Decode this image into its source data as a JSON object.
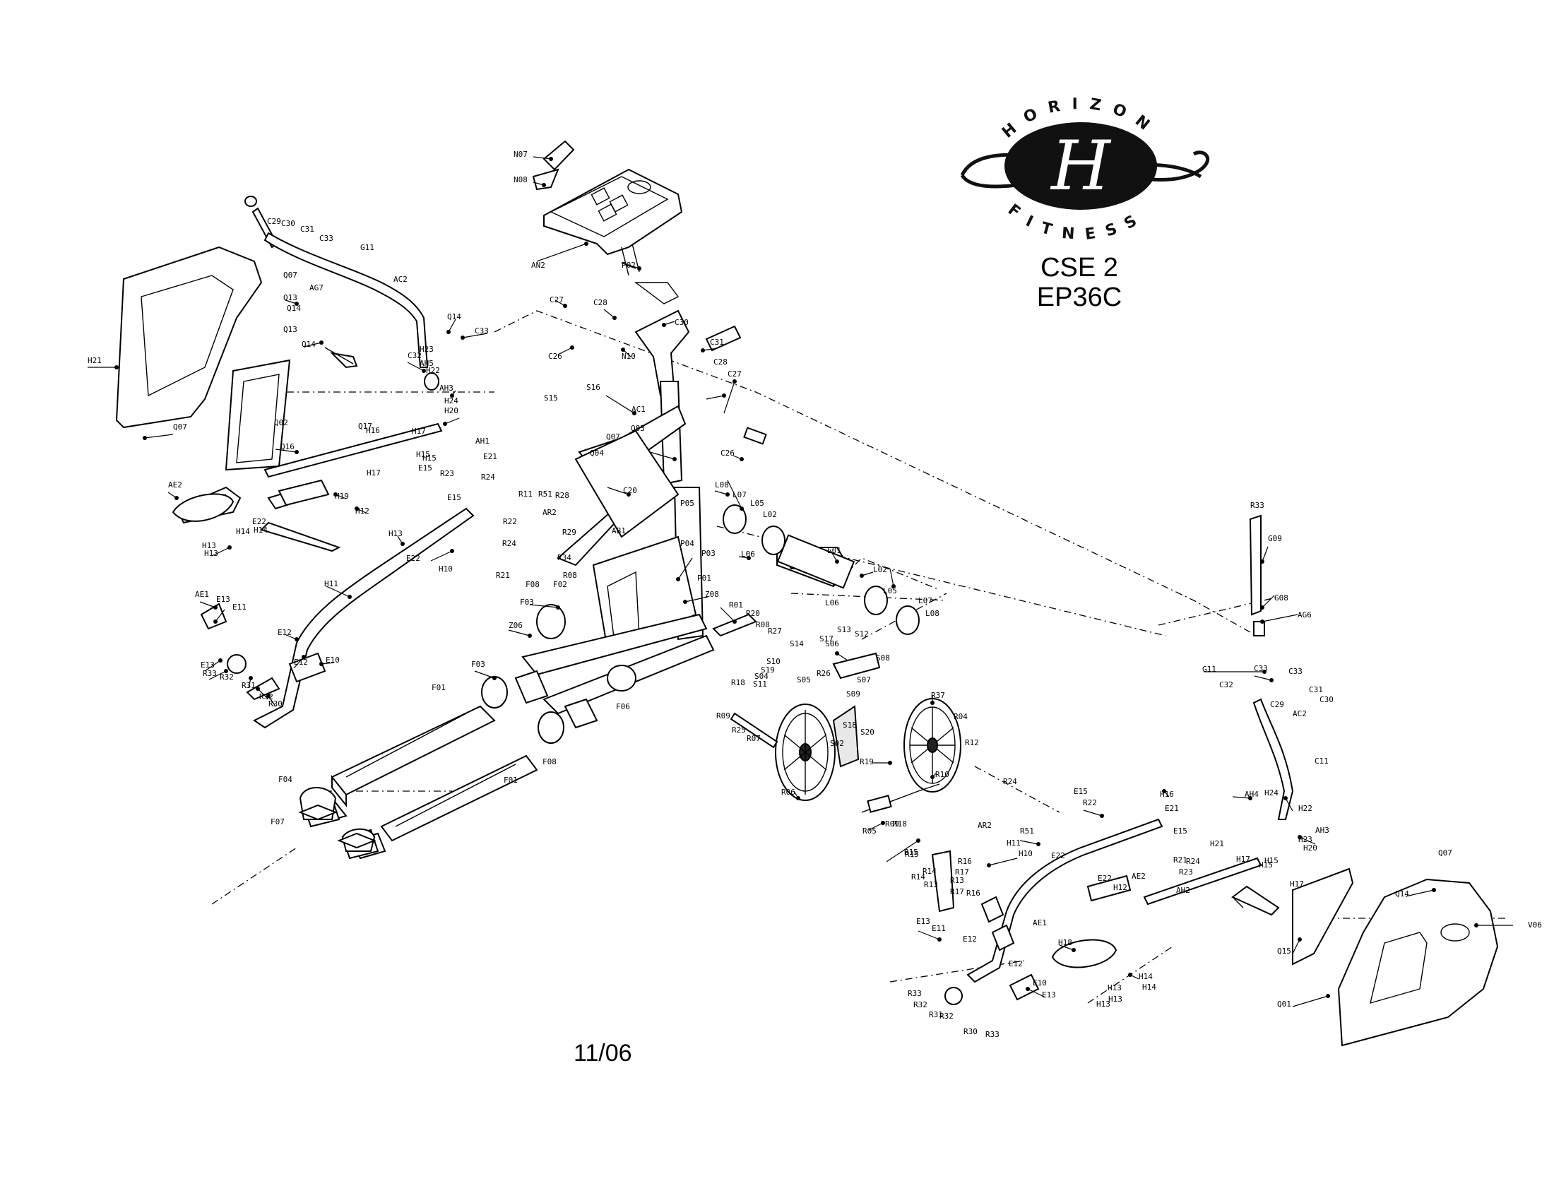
{
  "brand": {
    "top_text": "HORIZON",
    "bottom_text": "FITNESS",
    "monogram": "H",
    "logo_colors": {
      "ink": "#111111",
      "paper": "#ffffff"
    }
  },
  "model": {
    "line1": "CSE 2",
    "line2": "EP36C"
  },
  "date": "11/06",
  "part_labels": [
    "N07",
    "N08",
    "AN2",
    "P02",
    "C27",
    "C28",
    "C26",
    "N10",
    "C30",
    "C31",
    "C28",
    "C27",
    "S16",
    "S15",
    "AC1",
    "Q07",
    "Q03",
    "C26",
    "Q04",
    "C20",
    "AB1",
    "AR2",
    "R11",
    "R51",
    "R22",
    "R24",
    "R21",
    "R28",
    "R29",
    "R34",
    "R08",
    "P05",
    "P04",
    "P03",
    "P01",
    "L06",
    "L08",
    "L07",
    "L05",
    "L02",
    "L01",
    "L02",
    "L05",
    "L07",
    "L08",
    "L06",
    "Z08",
    "F08",
    "F02",
    "F03",
    "Z06",
    "R01",
    "R20",
    "R08",
    "R27",
    "S13",
    "S12",
    "S17",
    "S06",
    "S14",
    "S08",
    "S10",
    "S19",
    "S04",
    "S11",
    "S05",
    "R26",
    "S07",
    "S09",
    "S18",
    "S20",
    "S02",
    "R37",
    "R04",
    "R12",
    "R16",
    "R17",
    "R13",
    "R15",
    "R14",
    "R18",
    "R09",
    "R25",
    "R07",
    "R06",
    "R19",
    "R05",
    "R09",
    "R18",
    "R10",
    "F03",
    "F06",
    "F01",
    "F01",
    "F08",
    "F04",
    "F07",
    "C29",
    "C30",
    "C31",
    "C33",
    "G11",
    "AC2",
    "AG7",
    "Q07",
    "Q13",
    "Q14",
    "Q13",
    "Q14",
    "Q14",
    "C33",
    "C32",
    "H23",
    "AH5",
    "H22",
    "AH3",
    "H24",
    "H20",
    "H21",
    "Q07",
    "Q02",
    "Q16",
    "Q17",
    "H16",
    "H17",
    "H15",
    "H15",
    "H17",
    "AH1",
    "E21",
    "E15",
    "R23",
    "R24",
    "E15",
    "AE2",
    "H19",
    "H12",
    "E22",
    "H14",
    "H14",
    "H13",
    "H13",
    "H13",
    "E22",
    "H10",
    "H11",
    "AE1",
    "E13",
    "E11",
    "E12",
    "E12",
    "E10",
    "E13",
    "R33",
    "R32",
    "R31",
    "R32",
    "R30",
    "R33",
    "G09",
    "G08",
    "AG6",
    "G11",
    "C32",
    "C33",
    "C33",
    "C31",
    "C30",
    "C29",
    "AC2",
    "C11",
    "AH4",
    "H24",
    "H22",
    "AH3",
    "H23",
    "H20",
    "H21",
    "H17",
    "H15",
    "H15",
    "H17",
    "H16",
    "E21",
    "E15",
    "E15",
    "R22",
    "R24",
    "AR2",
    "R51",
    "H11",
    "H10",
    "E22",
    "R21",
    "R24",
    "R23",
    "AE2",
    "E22",
    "H12",
    "AH2",
    "AE1",
    "E13",
    "E11",
    "E12",
    "E12",
    "E10",
    "E13",
    "H18",
    "H14",
    "H14",
    "H13",
    "H13",
    "H13",
    "R33",
    "R32",
    "R31",
    "R32",
    "R30",
    "R33",
    "R15",
    "R14",
    "R13",
    "R17",
    "R16",
    "Q07",
    "Q14",
    "V06",
    "Q15",
    "Q01"
  ]
}
